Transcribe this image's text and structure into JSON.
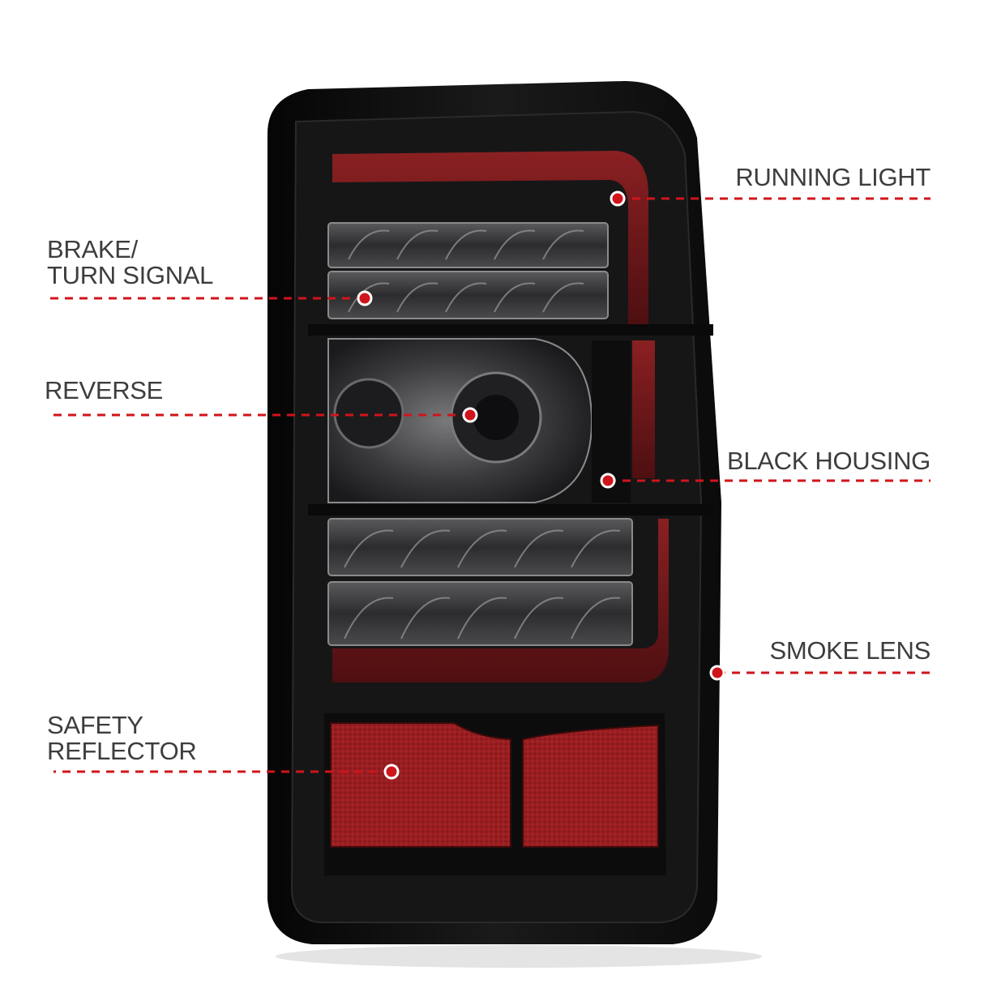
{
  "colors": {
    "background": "#ffffff",
    "label_text": "#3d3d3d",
    "leader_line": "#d0141b",
    "housing": "#101010",
    "running_light": "#6e1618",
    "reflector": "#8a1b1d",
    "smoke_lens": "#3a3a3c"
  },
  "product": {
    "image": "taillight-photo",
    "style": "black housing with smoke lens LED tail light"
  },
  "callouts": {
    "running_light": {
      "line1": "RUNNING LIGHT"
    },
    "brake_turn": {
      "line1": "BRAKE/",
      "line2": "TURN SIGNAL"
    },
    "reverse": {
      "line1": "REVERSE"
    },
    "black_housing": {
      "line1": "BLACK HOUSING"
    },
    "smoke_lens": {
      "line1": "SMOKE LENS"
    },
    "safety_reflector": {
      "line1": "SAFETY",
      "line2": "REFLECTOR"
    }
  }
}
